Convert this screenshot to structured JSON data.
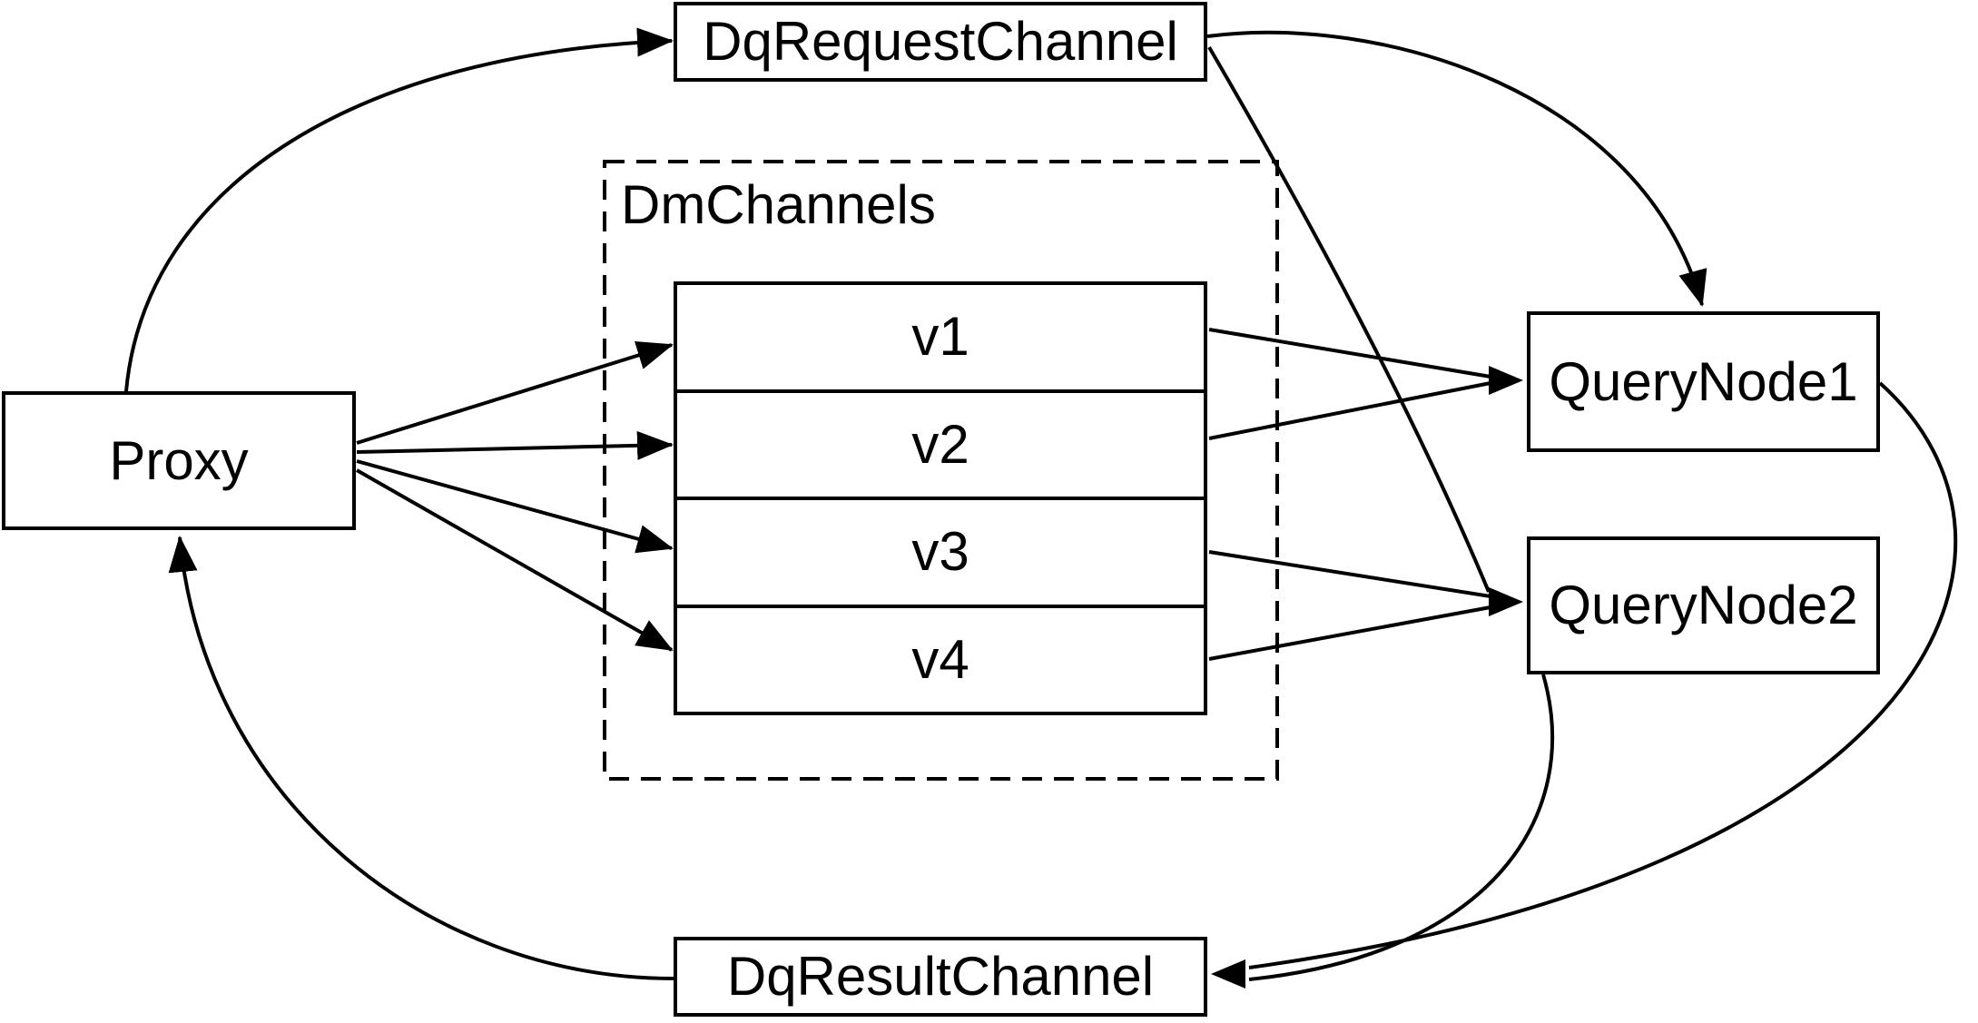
{
  "diagram": {
    "nodes": {
      "proxy": {
        "label": "Proxy"
      },
      "dq_request_channel": {
        "label": "DqRequestChannel"
      },
      "dm_channels": {
        "label": "DmChannels",
        "channels": [
          "v1",
          "v2",
          "v3",
          "v4"
        ]
      },
      "query_node_1": {
        "label": "QueryNode1"
      },
      "query_node_2": {
        "label": "QueryNode2"
      },
      "dq_result_channel": {
        "label": "DqResultChannel"
      }
    },
    "edges": [
      {
        "from": "Proxy",
        "to": "DqRequestChannel"
      },
      {
        "from": "Proxy",
        "to": "v1"
      },
      {
        "from": "Proxy",
        "to": "v2"
      },
      {
        "from": "Proxy",
        "to": "v3"
      },
      {
        "from": "Proxy",
        "to": "v4"
      },
      {
        "from": "v1",
        "to": "QueryNode1"
      },
      {
        "from": "v2",
        "to": "QueryNode1"
      },
      {
        "from": "v3",
        "to": "QueryNode2"
      },
      {
        "from": "v4",
        "to": "QueryNode2"
      },
      {
        "from": "DqRequestChannel",
        "to": "QueryNode1"
      },
      {
        "from": "DqRequestChannel",
        "to": "QueryNode2"
      },
      {
        "from": "QueryNode1",
        "to": "DqResultChannel"
      },
      {
        "from": "QueryNode2",
        "to": "DqResultChannel"
      },
      {
        "from": "DqResultChannel",
        "to": "Proxy"
      }
    ],
    "colors": {
      "line": "#000000",
      "background": "#ffffff",
      "box_fill": "#ffffff"
    }
  }
}
